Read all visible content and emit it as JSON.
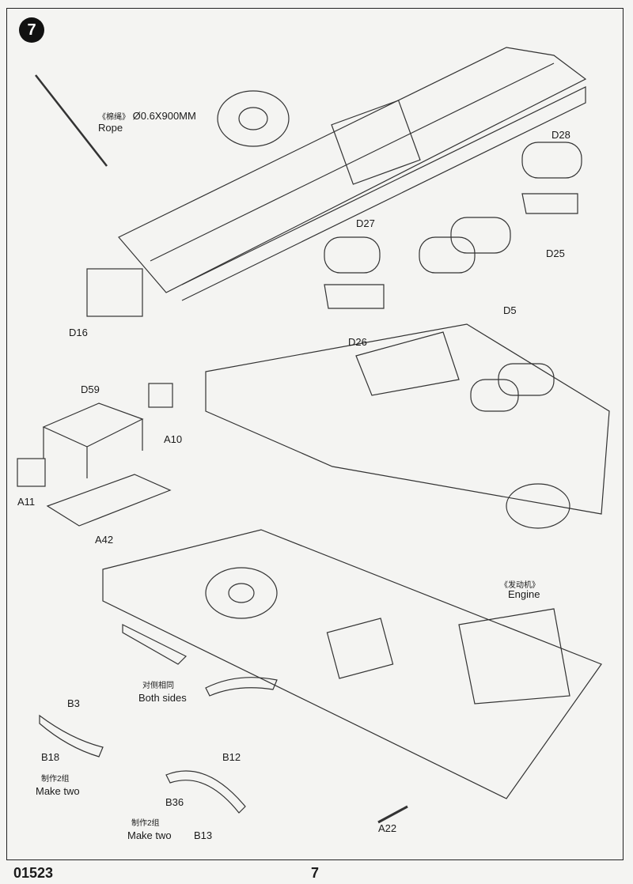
{
  "step_number": "7",
  "labels": {
    "rope_cn": "《棉绳》",
    "rope_spec": "Ø0.6X900MM",
    "rope_en": "Rope",
    "d28": "D28",
    "d25": "D25",
    "d27": "D27",
    "d5": "D5",
    "d26": "D26",
    "d16": "D16",
    "d59": "D59",
    "a10": "A10",
    "a11": "A11",
    "a42": "A42",
    "engine_cn": "《发动机》",
    "engine_en": "Engine",
    "both_sides_cn": "对侧相同",
    "both_sides_en": "Both sides",
    "b3": "B3",
    "b18": "B18",
    "b12": "B12",
    "b36": "B36",
    "b13": "B13",
    "a22": "A22",
    "make_two_1_cn": "制作2组",
    "make_two_1_en": "Make two",
    "make_two_2_cn": "制作2组",
    "make_two_2_en": "Make two"
  },
  "footer": {
    "code": "01523",
    "page": "7"
  }
}
